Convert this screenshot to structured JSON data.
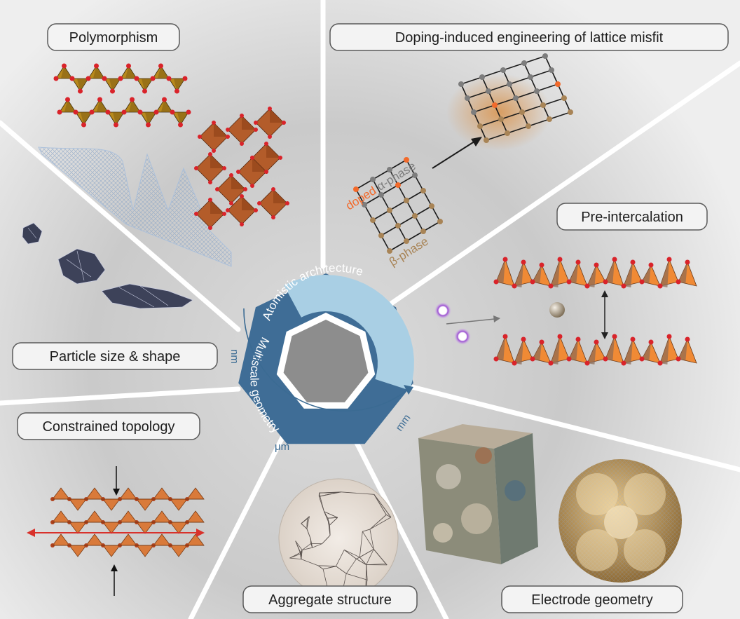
{
  "sectors": [
    {
      "id": "polymorphism",
      "label": "Polymorphism"
    },
    {
      "id": "doping",
      "label": "Doping-induced engineering of lattice misfit"
    },
    {
      "id": "pre-intercalation",
      "label": "Pre-intercalation"
    },
    {
      "id": "electrode-geometry",
      "label": "Electrode geometry"
    },
    {
      "id": "aggregate-structure",
      "label": "Aggregate structure"
    },
    {
      "id": "constrained-topology",
      "label": "Constrained topology"
    },
    {
      "id": "particle-size-shape",
      "label": "Particle size & shape"
    }
  ],
  "center": {
    "inner_ring_label": "Atomistic architecture",
    "outer_ring_label": "Multiscale geometry"
  },
  "scale_arc": {
    "units": [
      "nm",
      "μm",
      "mm"
    ]
  },
  "doping_panel": {
    "doped_label": "doped",
    "alpha_label": "α-phase",
    "beta_label": "β-phase"
  },
  "colors": {
    "inner_ring": "#a9cfe4",
    "outer_ring": "#3f6d96",
    "core": "#8d8d8d",
    "tetrahedra_gold": "#b8891c",
    "octahedra_brown": "#b35c2a",
    "orange_tetra": "#f08a35",
    "atom_red": "#d9232a",
    "doped_orange": "#f26a2b",
    "alpha_gray": "#7d7d7d",
    "beta_tan": "#a88456",
    "arc_blue": "#3b6b93"
  }
}
